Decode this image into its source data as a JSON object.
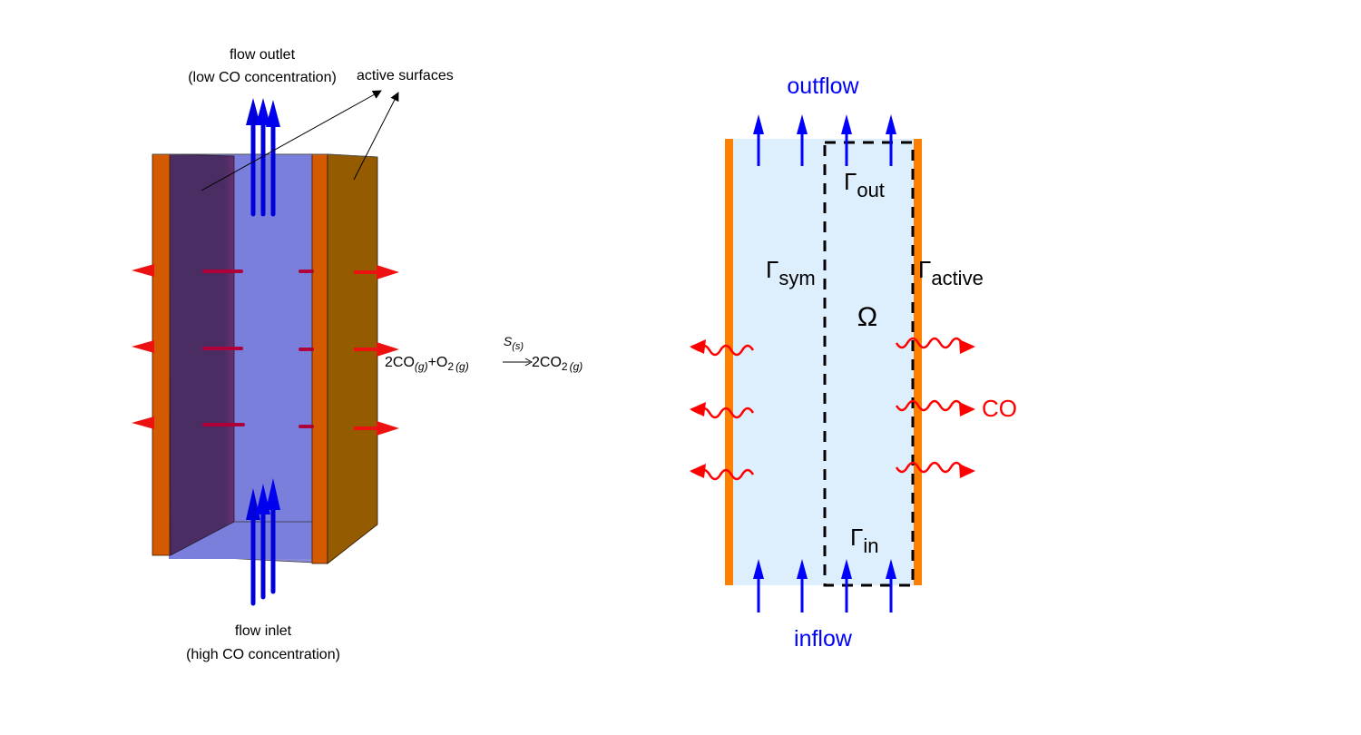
{
  "left_panel": {
    "outlet_label_line1": "flow outlet",
    "outlet_label_line2": "(low CO concentration)",
    "active_surfaces_label": "active surfaces",
    "inlet_label_line1": "flow inlet",
    "inlet_label_line2": "(high CO concentration)",
    "reaction": {
      "lhs_co": "2CO",
      "lhs_co_phase": "(g)",
      "plus": "+",
      "lhs_o2": "O",
      "lhs_o2_sub": "2",
      "lhs_o2_phase": "(g)",
      "catalyst": "S",
      "catalyst_phase": "(s)",
      "arrow": "⟶",
      "rhs_co2": "2CO",
      "rhs_co2_sub": "2",
      "rhs_co2_phase": "(g)"
    },
    "colors": {
      "channel_fill": "#7b7fdc",
      "back_wall": "#4a2d62",
      "active_plate": "#d35a00",
      "side_wall": "#955b00",
      "flow_arrow": "#0000dd",
      "co_arrow": "#ee1111"
    }
  },
  "right_panel": {
    "outflow_label": "outflow",
    "inflow_label": "inflow",
    "gamma_symbol": "Γ",
    "gamma_out_sub": "out",
    "gamma_in_sub": "in",
    "gamma_sym_sub": "sym",
    "gamma_active_sub": "active",
    "omega_label": "Ω",
    "co_label": "CO",
    "colors": {
      "domain_fill": "#ddeefc",
      "active_wall": "#ff8000",
      "flow_arrow": "#0000ff",
      "co_wave": "#ff0000",
      "boundary_dash": "#000000"
    }
  }
}
